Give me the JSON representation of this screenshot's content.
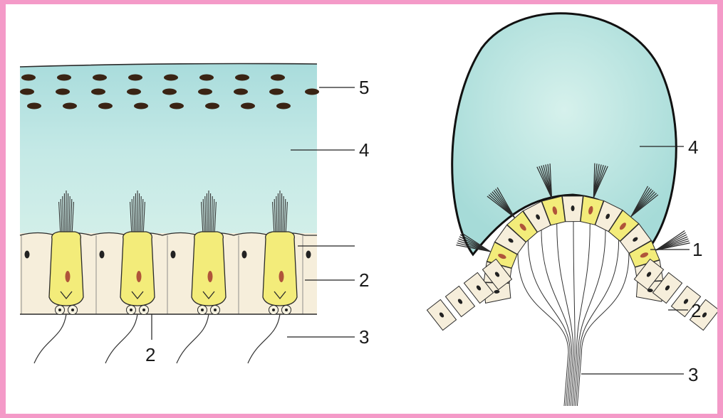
{
  "colors": {
    "frame": "#f49ac8",
    "background": "#ffffff",
    "gel": "#bfe6e4",
    "hair_cell": "#f3ec7a",
    "support_cell": "#f6eedb",
    "nucleus_hair": "#b0543a",
    "otolith": "#3a2414",
    "outline": "#2a2a2a"
  },
  "left_figure": {
    "labels": [
      "5",
      "4",
      "2",
      "3",
      "2"
    ]
  },
  "right_figure": {
    "labels": [
      "4",
      "1",
      "2",
      "3"
    ]
  }
}
